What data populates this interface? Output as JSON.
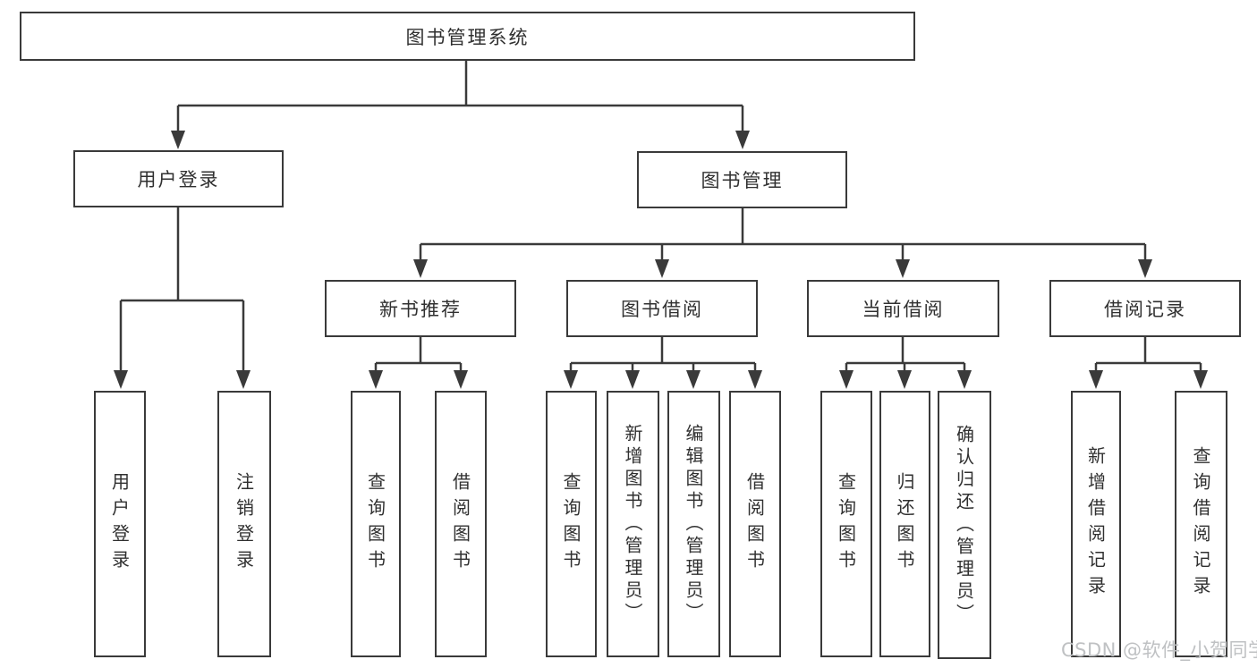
{
  "colors": {
    "line": "#3a3a3a",
    "text": "#303030",
    "box_background": "#ffffff",
    "page_background": "#ffffff",
    "watermark": "#bfc1c3"
  },
  "tree": {
    "label": "图书管理系统",
    "children": [
      {
        "label": "用户登录",
        "children": [
          {
            "label": "用户登录"
          },
          {
            "label": "注销登录"
          }
        ]
      },
      {
        "label": "图书管理",
        "children": [
          {
            "label": "新书推荐",
            "children": [
              {
                "label": "查询图书"
              },
              {
                "label": "借阅图书"
              }
            ]
          },
          {
            "label": "图书借阅",
            "children": [
              {
                "label": "查询图书"
              },
              {
                "label": "新增图书（管理员）"
              },
              {
                "label": "编辑图书（管理员）"
              },
              {
                "label": "借阅图书"
              }
            ]
          },
          {
            "label": "当前借阅",
            "children": [
              {
                "label": "查询图书"
              },
              {
                "label": "归还图书"
              },
              {
                "label": "确认归还（管理员）"
              }
            ]
          },
          {
            "label": "借阅记录",
            "children": [
              {
                "label": "新增借阅记录"
              },
              {
                "label": "查询借阅记录"
              }
            ]
          }
        ]
      }
    ]
  },
  "watermark": {
    "text": "CSDN @软件_小贺同学"
  }
}
